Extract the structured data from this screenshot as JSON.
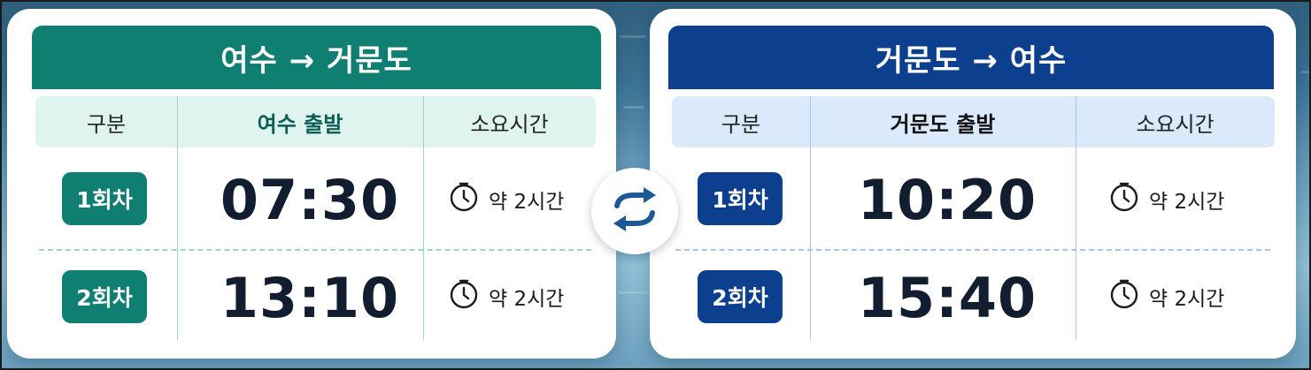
{
  "colors": {
    "left_accent": "#0f7f72",
    "left_head_bg": "#dff3ef",
    "left_line": "#9cd3cb",
    "right_accent": "#0d3f8f",
    "right_head_bg": "#dbeafb",
    "right_line": "#a9c4e6",
    "time_text": "#131d30",
    "swap_icon": "#1d5a94"
  },
  "left": {
    "title": "여수 → 거문도",
    "headers": {
      "division": "구분",
      "departure": "여수 출발",
      "duration": "소요시간"
    },
    "rows": [
      {
        "round": "1회차",
        "time": "07:30",
        "duration": "약 2시간"
      },
      {
        "round": "2회차",
        "time": "13:10",
        "duration": "약 2시간"
      }
    ]
  },
  "right": {
    "title": "거문도 → 여수",
    "headers": {
      "division": "구분",
      "departure": "거문도 출발",
      "duration": "소요시간"
    },
    "rows": [
      {
        "round": "1회차",
        "time": "10:20",
        "duration": "약 2시간"
      },
      {
        "round": "2회차",
        "time": "15:40",
        "duration": "약 2시간"
      }
    ]
  },
  "icons": {
    "swap": "swap-arrows-icon",
    "clock": "clock-icon"
  }
}
